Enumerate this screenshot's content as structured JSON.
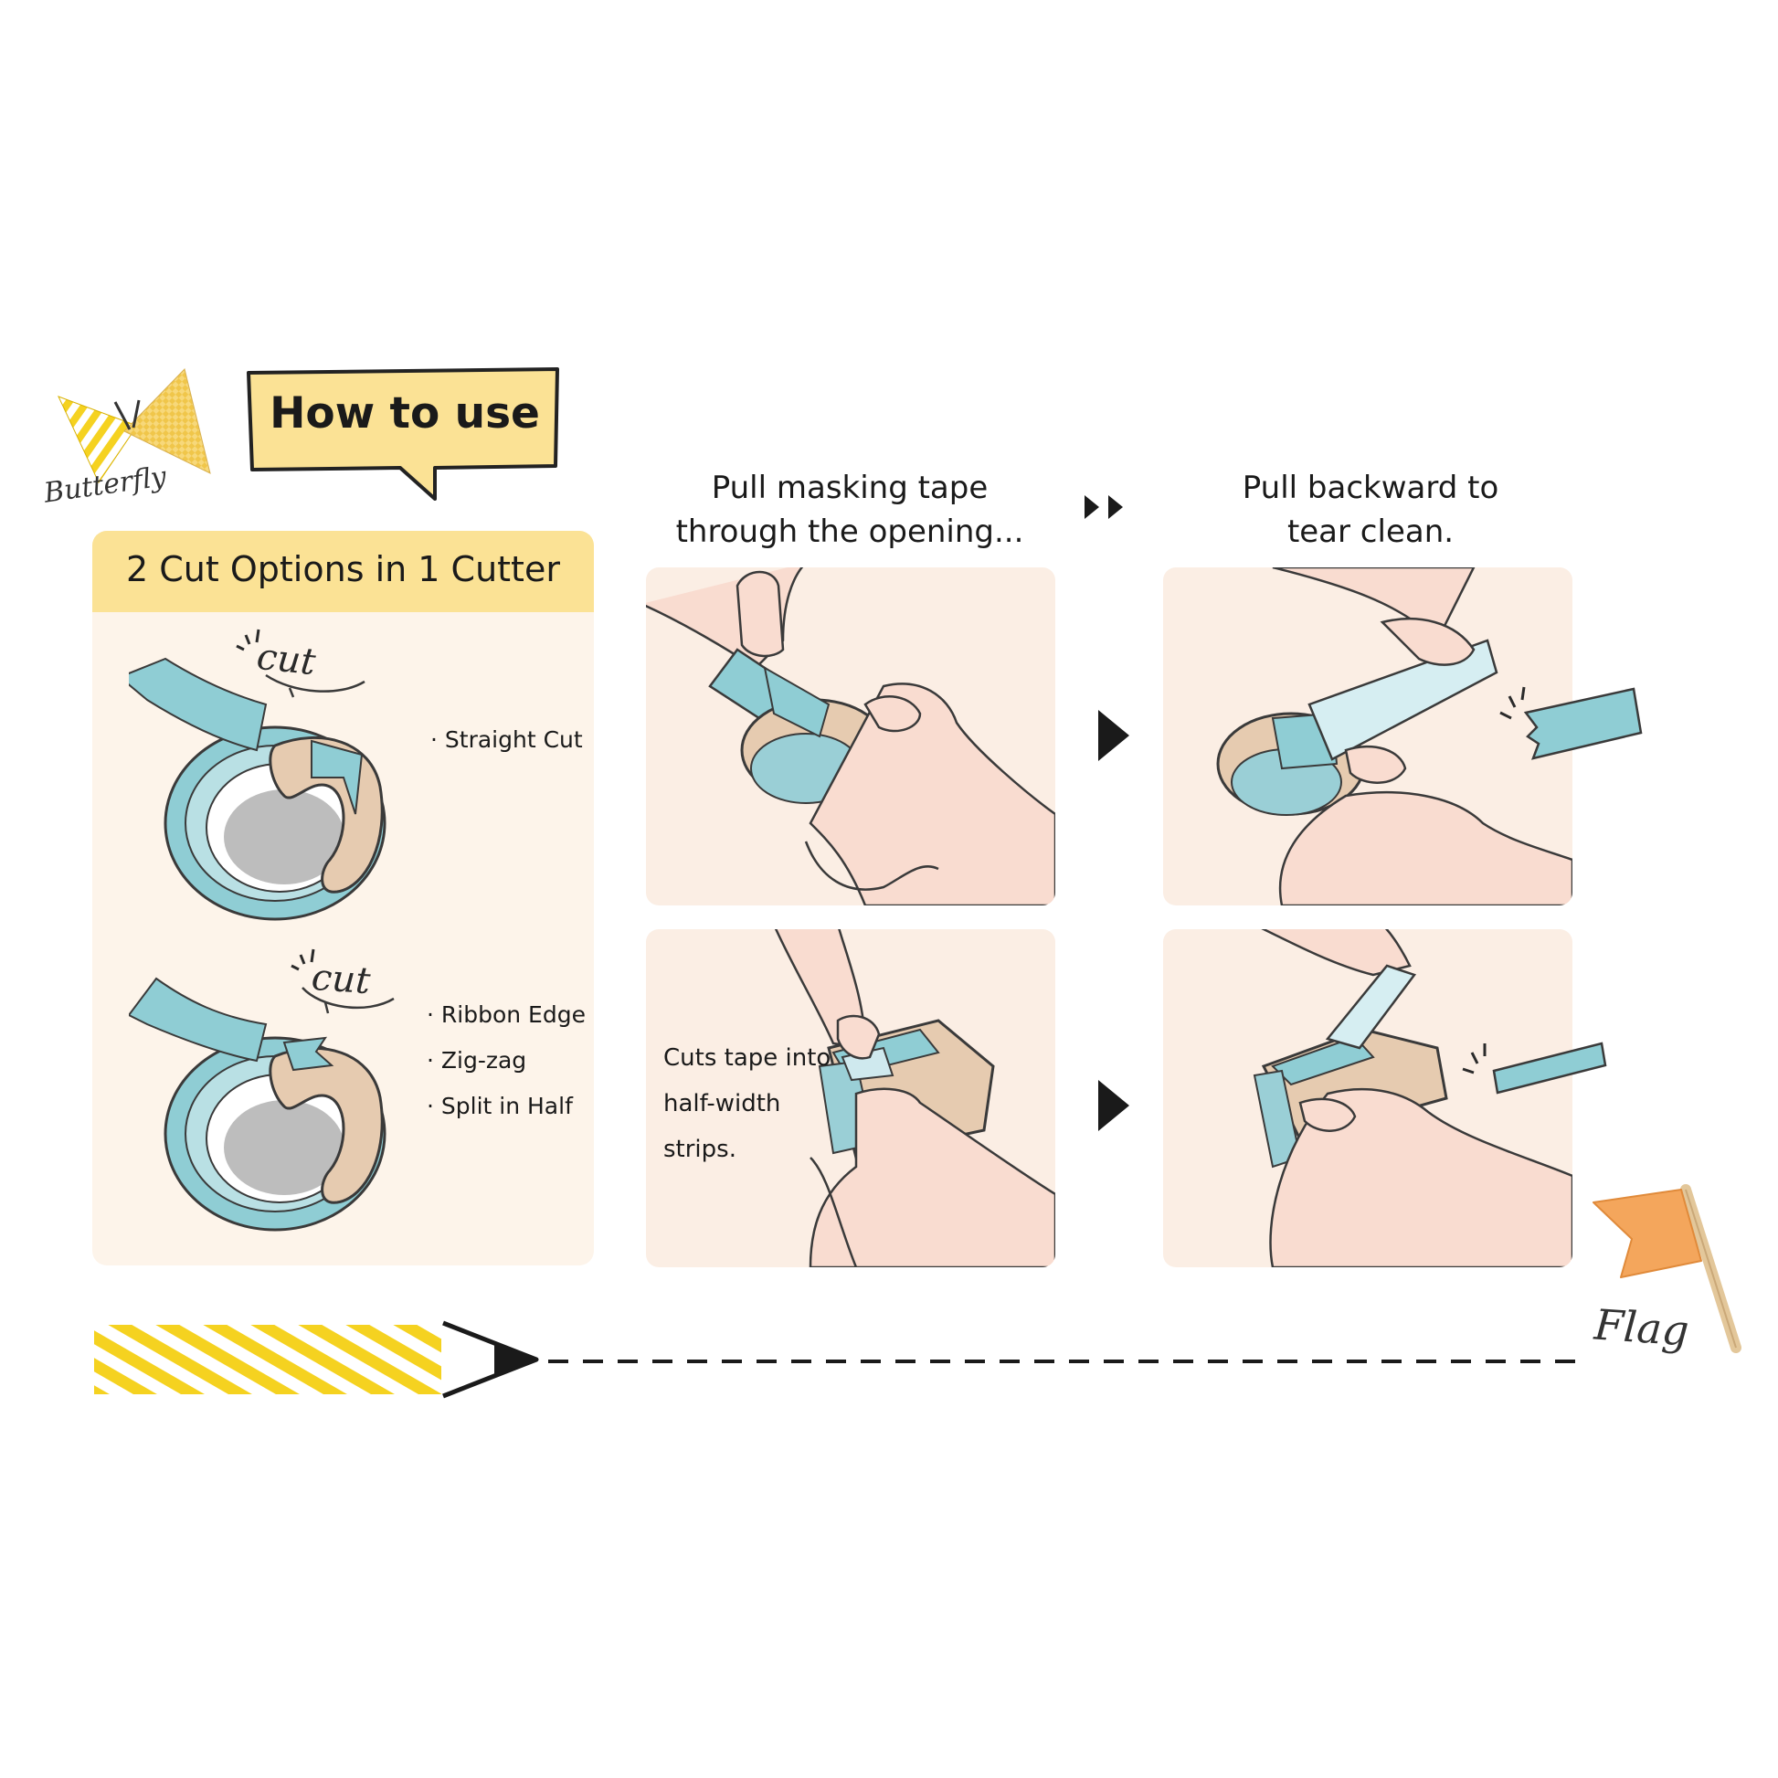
{
  "logo": {
    "text": "Butterfly"
  },
  "callout": {
    "title": "How to use"
  },
  "cut_options": {
    "header": "2 Cut Options in 1 Cutter",
    "cut_label_1": "cut",
    "cut_label_2": "cut",
    "straight": [
      "· Straight Cut"
    ],
    "shaped": [
      "· Ribbon Edge",
      "· Zig-zag",
      "· Split in Half"
    ]
  },
  "steps": {
    "step1_caption": "Pull masking tape\nthrough the opening...",
    "step2_caption": "Pull backward to\ntear clean.",
    "half_width_note": [
      "Cuts tape into",
      "half-width",
      "strips."
    ]
  },
  "footer": {
    "flag_label": "Flag"
  },
  "colors": {
    "tape_blue": "#8fcdd4",
    "cutter_beige": "#e6cbb0",
    "header_yellow": "#fbe295",
    "skin": "#f9dcd0",
    "flag_orange": "#f4a65c",
    "stripe_yellow": "#f5d220"
  }
}
